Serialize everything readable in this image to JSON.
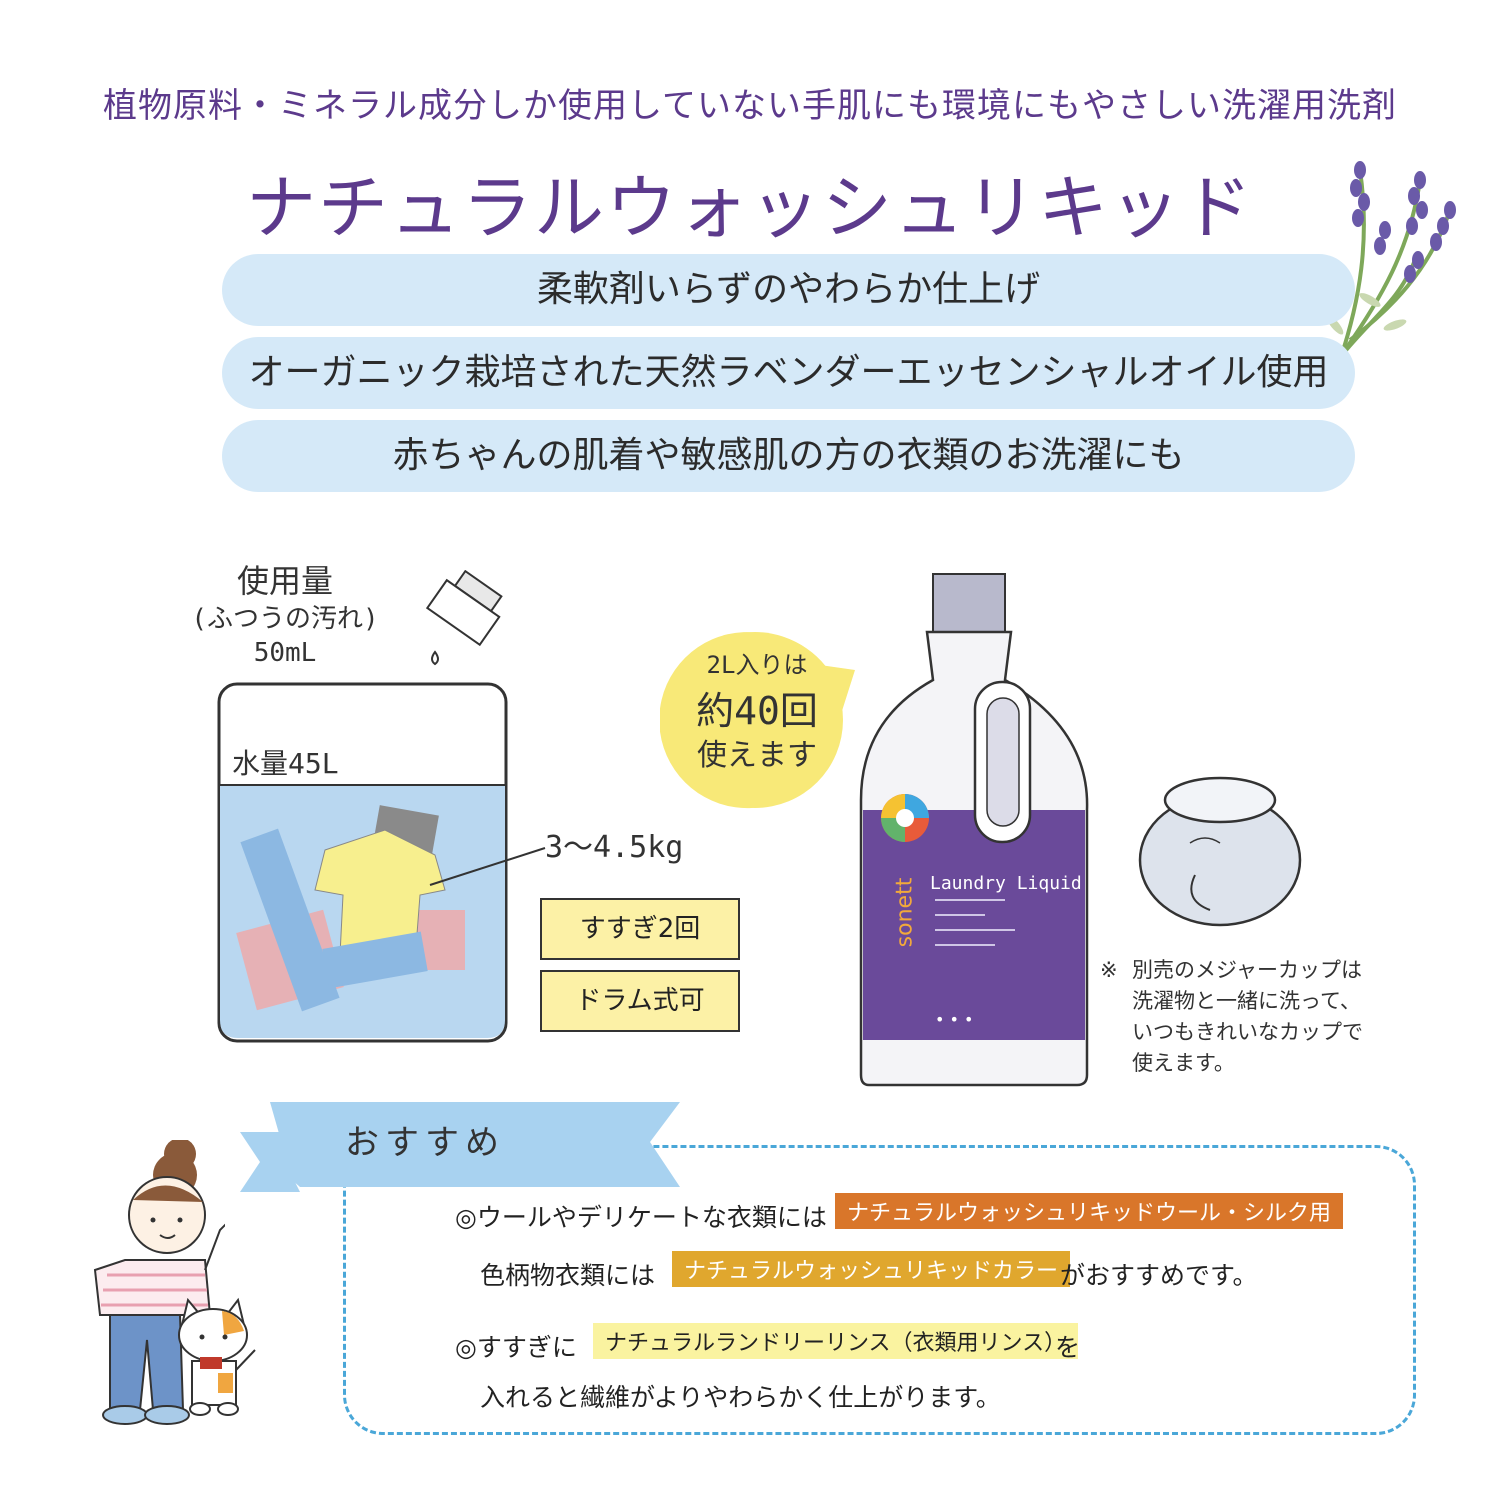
{
  "header": {
    "subtitle": "植物原料・ミネラル成分しか使用していない手肌にも環境にもやさしい洗濯用洗剤",
    "title": "ナチュラルウォッシュリキッド"
  },
  "features": [
    "柔軟剤いらずのやわらか仕上げ",
    "オーガニック栽培された天然ラベンダーエッセンシャルオイル使用",
    "赤ちゃんの肌着や敏感肌の方の衣類のお洗濯にも"
  ],
  "usage": {
    "label": "使用量",
    "condition": "(ふつうの汚れ)",
    "amount": "50mL",
    "water": "水量45L",
    "load": "3～4.5kg",
    "rinse": "すすぎ2回",
    "drum": "ドラム式可"
  },
  "bubble": {
    "line1": "2L入りは",
    "line2": "約40回",
    "line3": "使えます"
  },
  "bottle": {
    "brand": "sonett",
    "label": "Laundry Liquid",
    "dots": "• • •"
  },
  "cup_note": {
    "mark": "※",
    "line1": "別売のメジャーカップは",
    "line2": "洗濯物と一緒に洗って、",
    "line3": "いつもきれいなカップで",
    "line4": "使えます。"
  },
  "recommend": {
    "banner": "おすすめ",
    "l1_pre": "◎ウールやデリケートな衣類には",
    "l1_tag": "ナチュラルウォッシュリキッドウール・シルク用",
    "l2_pre": "色柄物衣類には",
    "l2_tag": "ナチュラルウォッシュリキッドカラー",
    "l2_post": "がおすすめです。",
    "l3_pre": "◎すすぎに",
    "l3_tag": "ナチュラルランドリーリンス（衣類用リンス）",
    "l3_post": "を",
    "l4": "入れると繊維がよりやわらかく仕上がります。"
  },
  "colors": {
    "purple": "#5c3a8c",
    "pill_blue": "#d5e9f8",
    "tag_orange": "#d9762a",
    "tag_amber": "#e0a72e",
    "tag_yellow": "#faf3a0",
    "bubble_yellow": "#f8e978",
    "dash_blue": "#4aa7d8"
  }
}
